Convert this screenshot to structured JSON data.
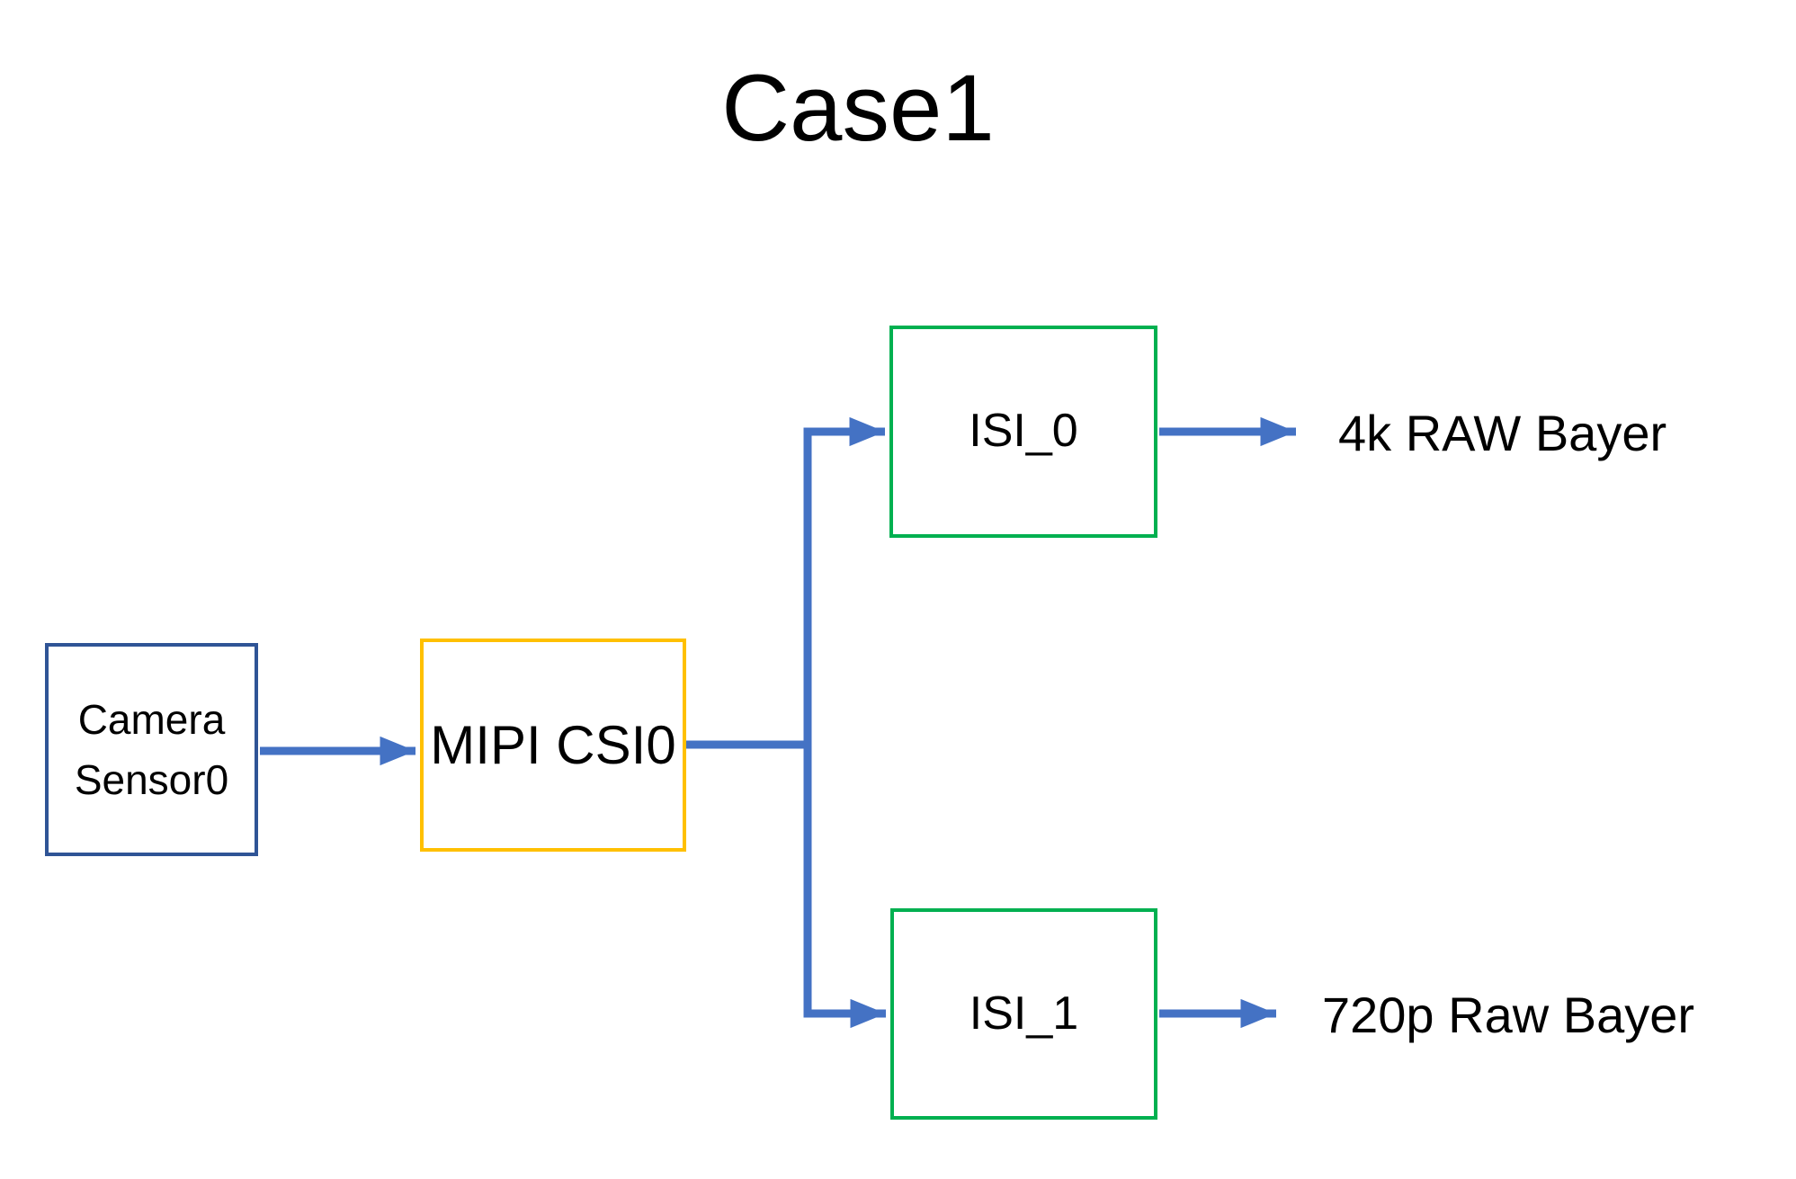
{
  "title": "Case1",
  "colors": {
    "connector": "#4472C4",
    "sensor-border": "#2F5496",
    "csi-border": "#FFC000",
    "isi-border": "#00B050",
    "ink": "#000000",
    "bg": "#FFFFFF"
  },
  "nodes": {
    "camera_sensor0": {
      "label": "Camera Sensor0"
    },
    "mipi_csi0": {
      "label": "MIPI CSI0"
    },
    "isi_0": {
      "label": "ISI_0"
    },
    "isi_1": {
      "label": "ISI_1"
    }
  },
  "outputs": {
    "isi_0": {
      "label": "4k RAW Bayer"
    },
    "isi_1": {
      "label": "720p Raw Bayer"
    }
  },
  "edges": [
    {
      "from": "camera_sensor0",
      "to": "mipi_csi0"
    },
    {
      "from": "mipi_csi0",
      "to": "isi_0"
    },
    {
      "from": "mipi_csi0",
      "to": "isi_1"
    },
    {
      "from": "isi_0",
      "to": "4k RAW Bayer"
    },
    {
      "from": "isi_1",
      "to": "720p Raw Bayer"
    }
  ]
}
